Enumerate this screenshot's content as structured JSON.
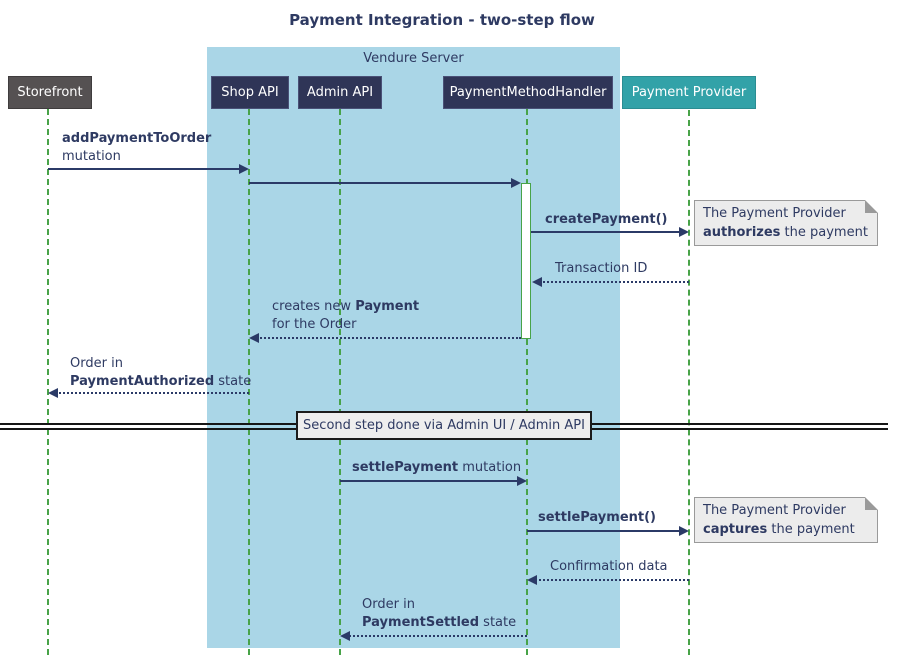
{
  "title": "Payment Integration - two-step flow",
  "container": {
    "label": "Vendure Server",
    "fill": "#aad6e7"
  },
  "participants": [
    {
      "id": "storefront",
      "label": "Storefront",
      "fill": "#555152"
    },
    {
      "id": "shop-api",
      "label": "Shop API",
      "fill": "#2f3557"
    },
    {
      "id": "admin-api",
      "label": "Admin API",
      "fill": "#2f3557"
    },
    {
      "id": "payment-method-handler",
      "label": "PaymentMethodHandler",
      "fill": "#2f3557"
    },
    {
      "id": "payment-provider",
      "label": "Payment Provider",
      "fill": "#32a2a8"
    }
  ],
  "messages": {
    "m1": {
      "bold": "addPaymentToOrder",
      "line2": "mutation",
      "from": "Storefront",
      "to": "Shop API"
    },
    "m2": {
      "from": "Shop API",
      "to": "PaymentMethodHandler"
    },
    "m3": {
      "bold": "createPayment()",
      "from": "PaymentMethodHandler",
      "to": "Payment Provider"
    },
    "m4": {
      "text": "Transaction ID",
      "from": "Payment Provider",
      "to": "PaymentMethodHandler"
    },
    "m5": {
      "pre": "creates new ",
      "bold": "Payment",
      "line2": "for the Order",
      "from": "PaymentMethodHandler",
      "to": "Shop API"
    },
    "m6": {
      "line1": "Order in",
      "bold": "PaymentAuthorized",
      "post": " state",
      "from": "Shop API",
      "to": "Storefront"
    },
    "m8": {
      "bold": "settlePayment",
      "post": " mutation",
      "from": "Admin API",
      "to": "PaymentMethodHandler"
    },
    "m9": {
      "bold": "settlePayment()",
      "from": "PaymentMethodHandler",
      "to": "Payment Provider"
    },
    "m10": {
      "text": "Confirmation data",
      "from": "Payment Provider",
      "to": "PaymentMethodHandler"
    },
    "m11": {
      "line1": "Order in",
      "bold": "PaymentSettled",
      "post": " state",
      "from": "PaymentMethodHandler",
      "to": "Admin API"
    }
  },
  "notes": {
    "n1": {
      "line1": "The Payment Provider",
      "bold": "authorizes",
      "post": " the payment"
    },
    "n2": {
      "line1": "The Payment Provider",
      "bold": "captures",
      "post": " the payment"
    }
  },
  "divider": {
    "label": "Second step done via Admin UI / Admin API"
  },
  "colors": {
    "text": "#2e3a62",
    "arrow": "#2b3a67",
    "lifeline_green": "#48a348",
    "container_fill": "#aad6e7",
    "participant_navy": "#2f3557",
    "participant_gray": "#555152",
    "participant_teal": "#32a2a8",
    "note_fill": "#ececec",
    "note_border": "#9a9a9a",
    "divider_fill": "#eeeeee",
    "divider_border": "#1c1c1c"
  }
}
